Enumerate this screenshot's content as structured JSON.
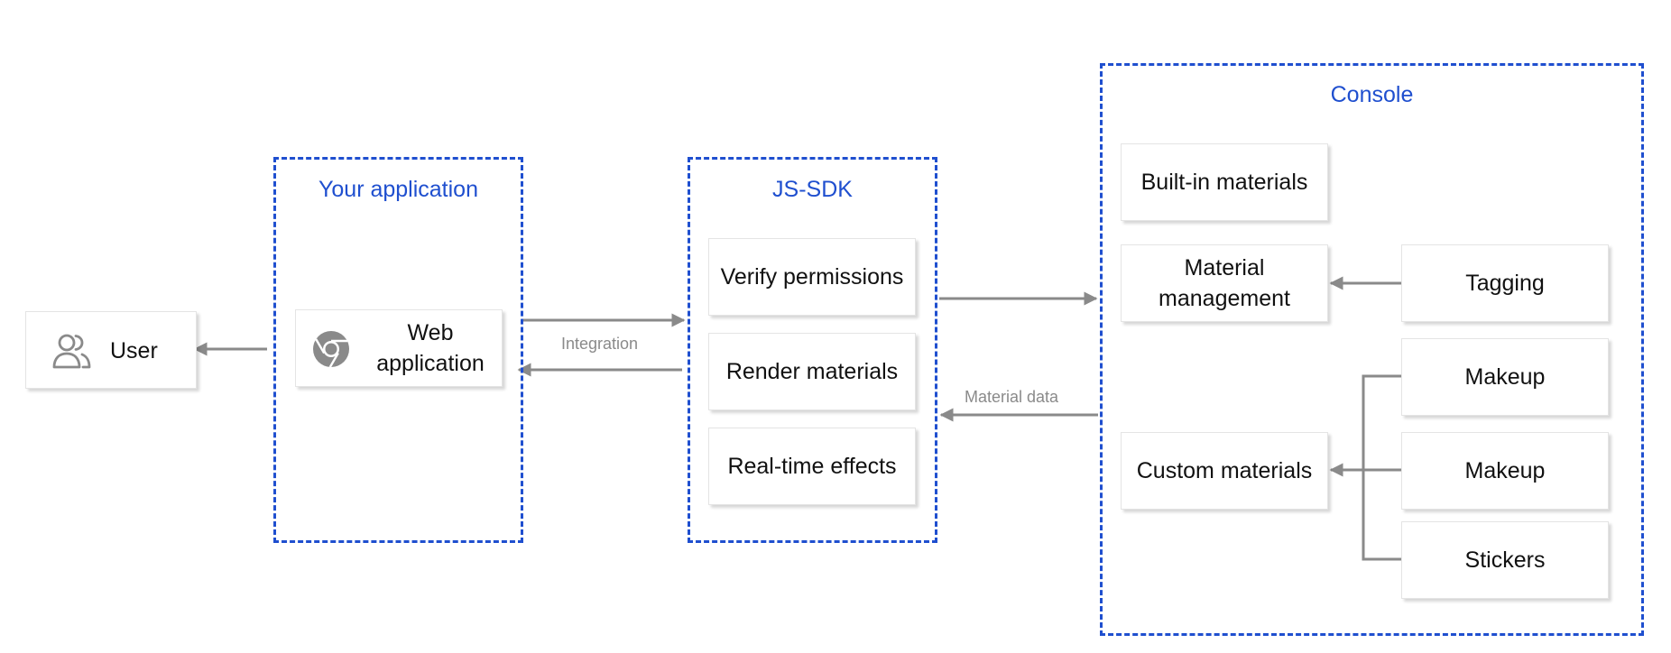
{
  "groups": {
    "your_application": "Your application",
    "js_sdk": "JS-SDK",
    "console": "Console"
  },
  "nodes": {
    "user": "User",
    "web_application": "Web application",
    "verify_permissions": "Verify permissions",
    "render_materials": "Render materials",
    "realtime_effects": "Real-time effects",
    "builtin_materials": "Built-in materials",
    "material_management": "Material management",
    "tagging": "Tagging",
    "custom_materials": "Custom materials",
    "makeup_1": "Makeup",
    "makeup_2": "Makeup",
    "stickers": "Stickers"
  },
  "edges": {
    "integration": "Integration",
    "material_data": "Material data"
  },
  "icons": {
    "user": "users-icon",
    "web": "chrome-icon"
  },
  "colors": {
    "group_border": "#1f4fcf",
    "group_title": "#1f4fcf",
    "arrow": "#8a8a8a",
    "label": "#8a8a8a",
    "icon": "#8a8a8a"
  }
}
